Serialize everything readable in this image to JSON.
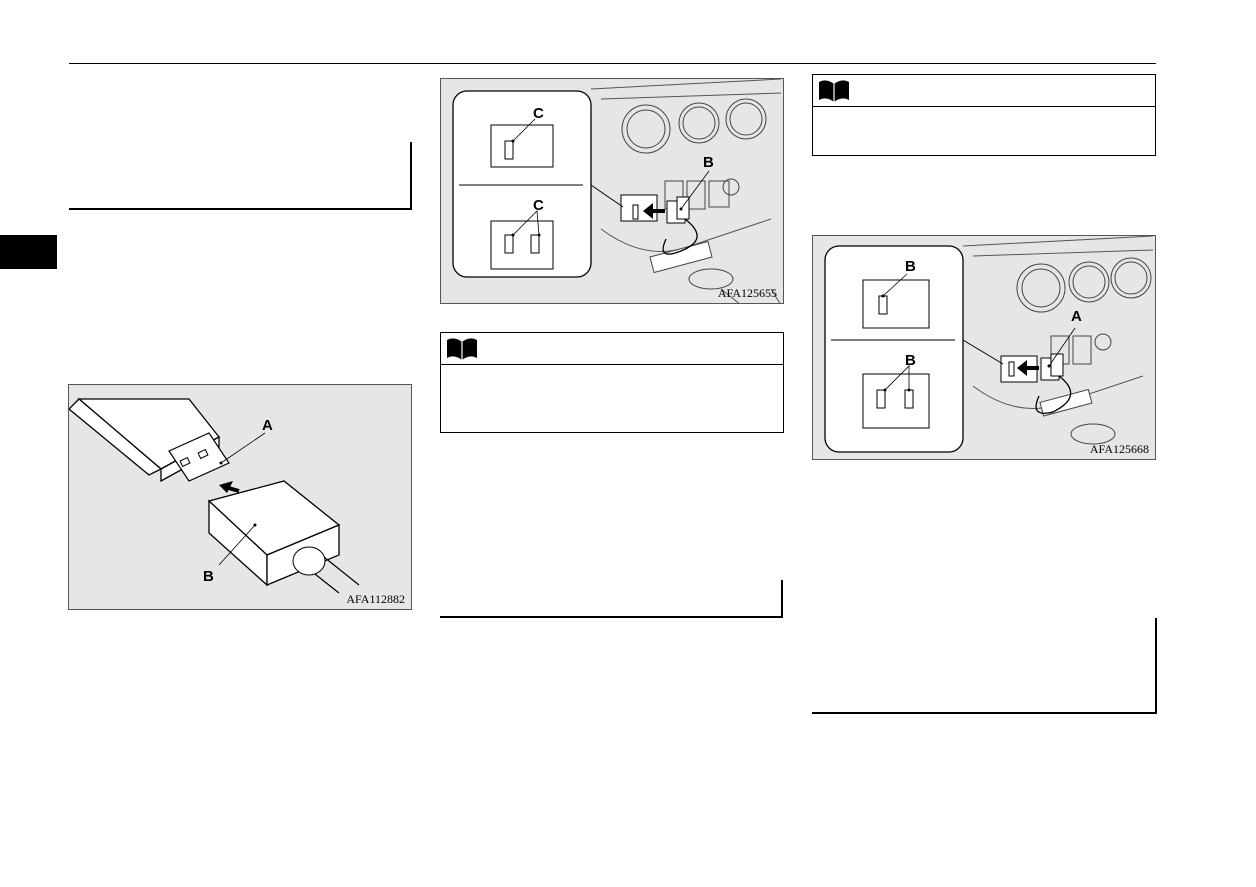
{
  "figures": {
    "usb_plug": {
      "code": "AFA112882",
      "callouts": [
        "A",
        "B"
      ]
    },
    "console_c": {
      "code": "AFA125655",
      "callouts": [
        "C",
        "C",
        "B"
      ]
    },
    "console_a": {
      "code": "AFA125668",
      "callouts": [
        "B",
        "B",
        "A"
      ]
    }
  },
  "icons": {
    "note": "open-book-icon",
    "section_tab": "section-tab-marker"
  },
  "colors": {
    "figure_bg": "#e6e6e6",
    "ink": "#000000",
    "tab": "#000000"
  }
}
